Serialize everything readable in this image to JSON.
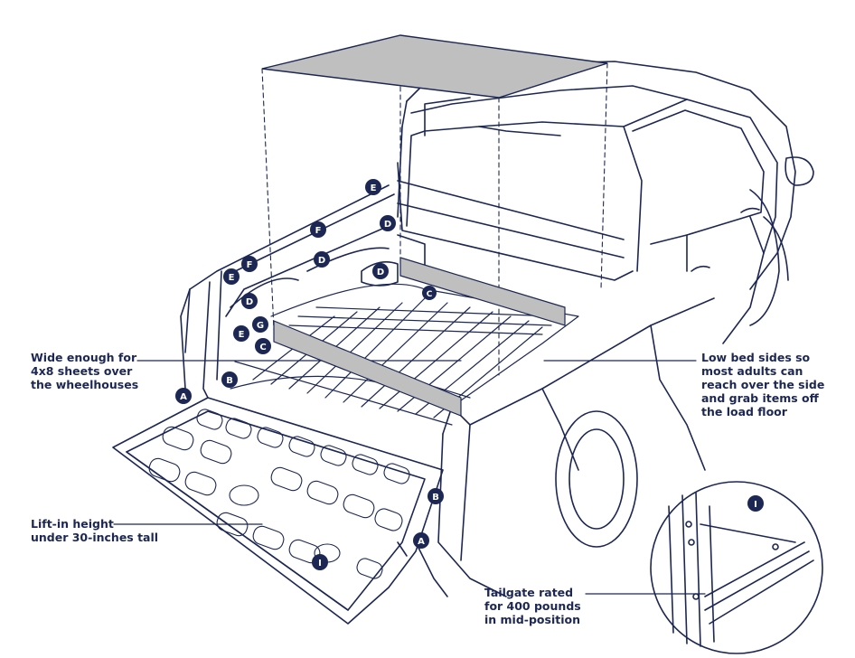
{
  "colors": {
    "line": "#1c2753",
    "sheet": "#bfbfbf",
    "badge": "#1c2753",
    "badge_text": "#ffffff",
    "background": "#ffffff"
  },
  "callouts": {
    "sheets": [
      "Wide enough for",
      "4x8 sheets over",
      "the wheelhouses"
    ],
    "bed_sides": [
      "Low bed sides so",
      "most adults can",
      "reach over the side",
      "and grab items off",
      "the load floor"
    ],
    "lift_in": [
      "Lift-in height",
      "under 30-inches tall"
    ],
    "tailgate": [
      "Tailgate rated",
      "for 400 pounds",
      "in mid-position"
    ]
  },
  "badges": {
    "e1": "E",
    "d1": "D",
    "f1": "F",
    "d2": "D",
    "d3": "D",
    "e2": "E",
    "f2": "F",
    "d4": "D",
    "g1": "G",
    "e3": "E",
    "c1": "C",
    "b1": "B",
    "a1": "A",
    "c2": "C",
    "b2": "B",
    "a2": "A",
    "i1": "I",
    "i2": "I"
  }
}
